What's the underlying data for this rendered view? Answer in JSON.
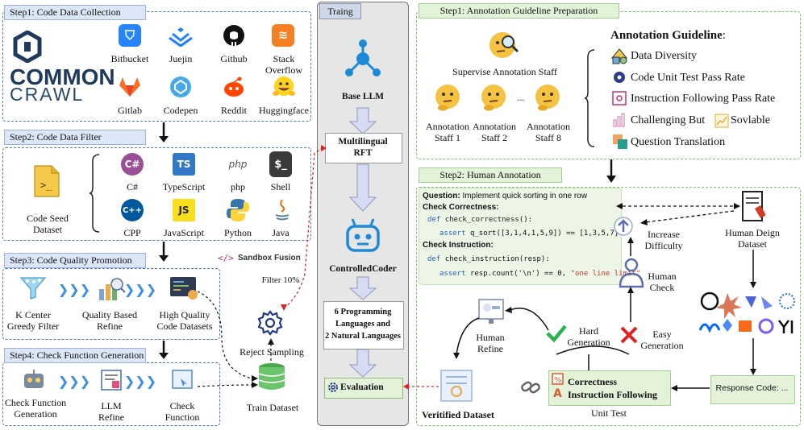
{
  "left": {
    "step1": {
      "label": "Step1: Code Data Collection"
    },
    "logo": {
      "line1": "COMMON",
      "line2": "CRAWL"
    },
    "sources": [
      "Bitbucket",
      "Juejin",
      "Github",
      "Stack Overflow",
      "Gitlab",
      "Codepen",
      "Reddit",
      "Huggingface"
    ],
    "stack_overflow_line1": "Stack",
    "stack_overflow_line2": "Overflow",
    "step2": {
      "label": "Step2: Code Data Filter"
    },
    "seed_line1": "Code Seed",
    "seed_line2": "Dataset",
    "languages": [
      "C#",
      "TypeScript",
      "php",
      "Shell",
      "CPP",
      "JavaScript",
      "Python",
      "Java"
    ],
    "step3": {
      "label": "Step3: Code Quality Promotion"
    },
    "kcenter_line1": "K Center",
    "kcenter_line2": "Greedy Filter",
    "qbr_line1": "Quality Based",
    "qbr_line2": "Refine",
    "hq_line1": "High Quality",
    "hq_line2": "Code Datasets",
    "step4": {
      "label": "Step4: Check Function Generation"
    },
    "cfg_line1": "Check Function",
    "cfg_line2": "Generation",
    "llm_line1": "LLM",
    "llm_line2": "Refine",
    "cf_line1": "Check",
    "cf_line2": "Function",
    "sandbox": "Sandbox Fusion",
    "filter": "Filter 10%",
    "reject": "Reject Sampling",
    "train": "Train Dataset"
  },
  "middle": {
    "title": "Traing",
    "base_llm": "Base LLM",
    "rft_line1": "Multilingual",
    "rft_line2": "RFT",
    "controlled": "ControlledCoder",
    "langs_line1": "6 Programming",
    "langs_line2": "Languages and",
    "langs_line3": "2 Natural Languages",
    "evaluation": "Evaluation"
  },
  "right": {
    "step1": {
      "label": "Step1: Annotation Guideline Preparation"
    },
    "supervise": "Supervise Annotation Staff",
    "staff1_line1": "Annotation",
    "staff1_line2": "Staff 1",
    "staff2_line1": "Annotation",
    "staff2_line2": "Staff 2",
    "staff8_line1": "Annotation",
    "staff8_line2": "Staff 8",
    "ellipsis": "...",
    "guideline_title": "Annotation Guideline",
    "guideline_colon": ":",
    "guideline_items": [
      "Data Diversity",
      "Code Unit Test Pass Rate",
      "Instruction Following Pass Rate",
      "Challenging But",
      "Sovlable",
      "Question Translation"
    ],
    "step2": {
      "label": "Step2: Human Annotation"
    },
    "question_label": "Question:",
    "question_text": "Implement quick sorting in one row",
    "check_correctness": "Check Correctness:",
    "code1_kw": "def",
    "code1_fn": "check_correctness",
    "code1_rest": "():",
    "code2_kw": "assert",
    "code2_rest": "q_sort([3,1,4,1,5,9]) == [1,3,5,7]",
    "check_instruction": "Check Instruction:",
    "code3_kw": "def",
    "code3_fn": "check_instruction",
    "code3_rest": "(resp):",
    "code4_kw": "assert",
    "code4_rest": "resp.count('\\n') == 0,",
    "code4_str": "\"one line limit\"",
    "increase_line1": "Increase",
    "increase_line2": "Difficulty",
    "human_check_line1": "Human",
    "human_check_line2": "Check",
    "hdd_line1": "Human Deign",
    "hdd_line2": "Dataset",
    "human_refine_line1": "Human",
    "human_refine_line2": "Refine",
    "hard_line1": "Hard",
    "hard_line2": "Generation",
    "easy_line1": "Easy",
    "easy_line2": "Generation",
    "response": "Response Code: ...",
    "correctness": "Correctness",
    "instr_following": "Instruction Following",
    "unit_test": "Unit Test",
    "verified": "Veritified Dataset"
  },
  "colors": {
    "blue_dash": "#4a76c4",
    "green_dash": "#7cc46a",
    "red_arrow": "#e02020"
  }
}
